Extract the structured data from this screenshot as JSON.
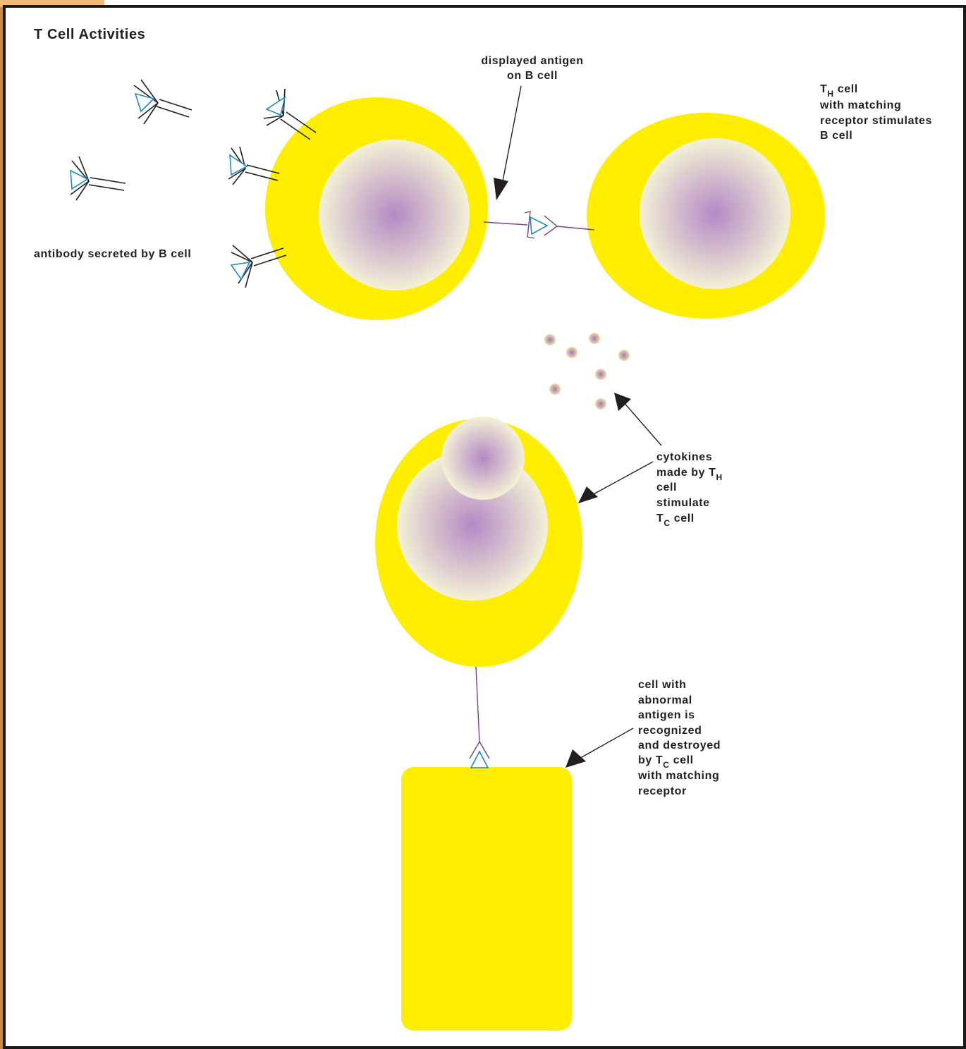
{
  "title": "T Cell Activities",
  "colors": {
    "page_border": "#1a1a1a",
    "corner_tab": "#f6b873",
    "cell_body": "#ffee00",
    "nucleus_center": "#b489c4",
    "nucleus_edge": "#f3f1d6",
    "antibody_stem": "#231f20",
    "antigen_triangle": "#1b8bc4",
    "receptor_and_link": "#7b3f8f",
    "label_text": "#231f20"
  },
  "labels": {
    "displayed_antigen": [
      "displayed antigen",
      "on B cell"
    ],
    "th_cell": {
      "line1_base": "T",
      "line1_sub": "H",
      "line1_rest": " cell",
      "line2": "with matching",
      "line3": "receptor stimulates",
      "line4": "B cell"
    },
    "antibody_secreted": "antibody secreted by B cell",
    "cytokines": {
      "line1": "cytokines",
      "line2_base": "made by T",
      "line2_sub": "H",
      "line3": "cell",
      "line4": "stimulate",
      "line5_base": "T",
      "line5_sub": "C",
      "line5_rest": " cell"
    },
    "abnormal_cell": {
      "line1": "cell with",
      "line2": "abnormal",
      "line3": "antigen is",
      "line4": "recognized",
      "line5": "and destroyed",
      "line6_base": "by T",
      "line6_sub": "C",
      "line6_rest": " cell",
      "line7": "with matching",
      "line8": "receptor"
    }
  },
  "icons": {
    "antibody": "y-shaped-antibody-icon",
    "antigen": "triangle-antigen-icon",
    "cytokine": "cytokine-dot-icon",
    "pointer": "pointer-arrow-icon"
  }
}
